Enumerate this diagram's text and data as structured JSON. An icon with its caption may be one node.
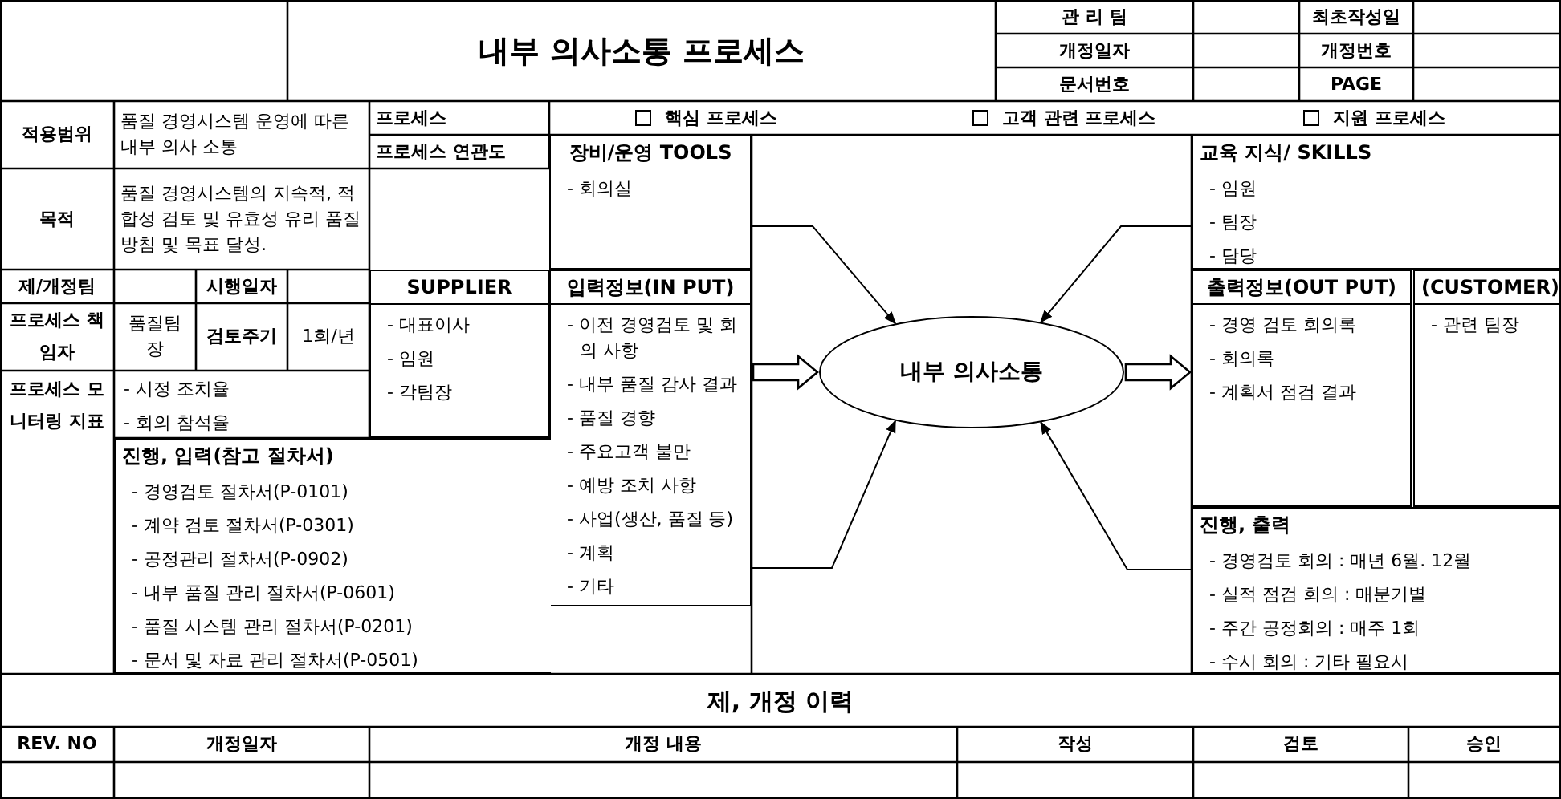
{
  "diagram": {
    "title": "내부 의사소통 프로세스",
    "nodes": [
      {
        "text": [
          "장비/운영 TOOLS",
          "- 회의실"
        ]
      },
      {
        "text": [
          "교육 지식/ SKILLS",
          "- 임원",
          "- 팀장",
          "- 담당"
        ]
      },
      {
        "text": [
          "SUPPLIER",
          "- 대표이사",
          "- 임원",
          "- 각팀장"
        ]
      },
      {
        "text": [
          "입력정보(IN PUT)",
          "- 이전 경영검토 및 회의 사항",
          "- 내부 품질 감사 결과",
          "- 품질 경향",
          "- 주요고객 불만",
          "- 예방 조치 사항",
          "- 사업(생산, 품질 등)",
          "- 계획",
          "- 기타"
        ]
      },
      {
        "text": [
          "내부 의사소통"
        ]
      },
      {
        "text": [
          "출력정보(OUT PUT)",
          "- 경영 검토 회의록",
          "- 회의록",
          "- 계획서 점검 결과"
        ]
      },
      {
        "text": [
          "(CUSTOMER)",
          "- 관련 팀장"
        ]
      },
      {
        "text": [
          "진행, 입력(참고 절차서)",
          "- 경영검토 절차서(P-0101)",
          "- 계약 검토 절차서(P-0301)",
          "- 공정관리 절차서(P-0902)",
          "- 내부 품질 관리 절차서(P-0601)",
          "- 품질 시스템 관리 절차서(P-0201)",
          "- 문서 및 자료 관리 절차서(P-0501)"
        ]
      },
      {
        "text": [
          "진행, 출력",
          "- 경영검토 회의 : 매년 6월. 12월",
          "- 실적 점검 회의 : 매분기별",
          "- 주간 공정회의 : 매주 1회",
          "- 수시 회의 : 기타 필요시"
        ]
      }
    ],
    "edges": [
      {
        "from": 0,
        "to": 4,
        "arrow": "to"
      },
      {
        "from": 1,
        "to": 4,
        "arrow": "to"
      },
      {
        "from": 3,
        "to": 4,
        "arrow": "to"
      },
      {
        "from": 8,
        "to": 4,
        "arrow": "to"
      },
      {
        "from": 3,
        "to": 4,
        "arrow": "to",
        "style": "thick"
      },
      {
        "from": 4,
        "to": 5,
        "arrow": "to",
        "style": "thick"
      }
    ],
    "labels": [
      "관 리 팀",
      "최초작성일",
      "개정일자",
      "개정번호",
      "문서번호",
      "PAGE",
      "적용범위",
      "품질 경영시스템 운영에 따른 내부 의사 소통",
      "프로세스",
      "핵심 프로세스",
      "고객 관련 프로세스",
      "지원 프로세스",
      "프로세스 연관도",
      "목적",
      "품질 경영시스템의 지속적, 적합성 검토 및 유효성 유리 품질 방침 및 목표 달성.",
      "제/개정팀",
      "시행일자",
      "프로세스 책임자",
      "품질팀장",
      "검토주기",
      "1회/년",
      "프로세스 모니터링 지표",
      "- 시정 조치율",
      "- 회의 참석율",
      "제, 개정 이력",
      "REV. NO",
      "개정일자",
      "개정 내용",
      "작성",
      "검토",
      "승인"
    ]
  }
}
